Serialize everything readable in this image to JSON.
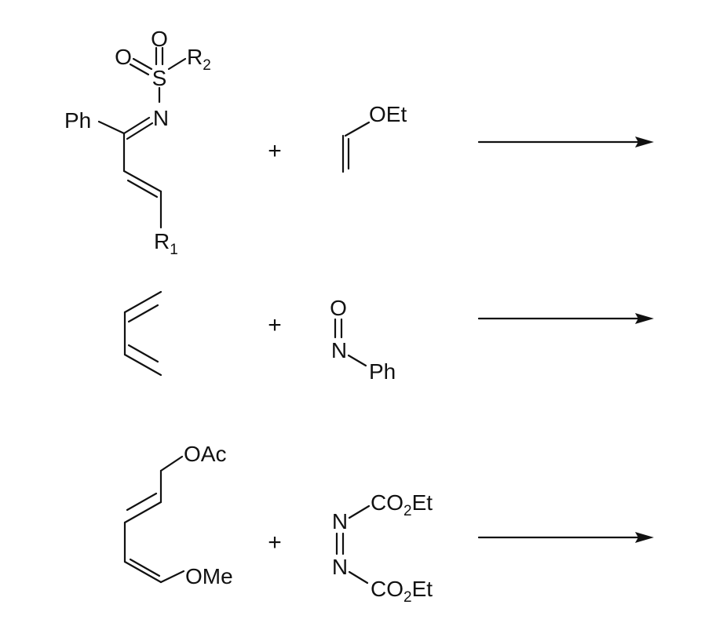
{
  "reactions": [
    {
      "substrate_1": {
        "atoms": {
          "oxygen_top": "O",
          "oxygen_left": "O",
          "sulfur": "S",
          "nitrogen": "N",
          "phenyl": "Ph"
        },
        "r2": {
          "main": "R",
          "sub": "2"
        },
        "r1": {
          "main": "R",
          "sub": "1"
        }
      },
      "plus": "+",
      "substrate_2": {
        "group": "OEt"
      }
    },
    {
      "plus": "+",
      "substrate_2": {
        "oxygen": "O",
        "nitrogen": "N",
        "phenyl": "Ph"
      }
    },
    {
      "substrate_1": {
        "acetoxy": "OAc",
        "methoxy": "OMe"
      },
      "plus": "+",
      "substrate_2": {
        "nitrogen_top": "N",
        "nitrogen_bottom": "N",
        "ester": {
          "a": "CO",
          "sub": "2",
          "b": "Et"
        }
      }
    }
  ]
}
